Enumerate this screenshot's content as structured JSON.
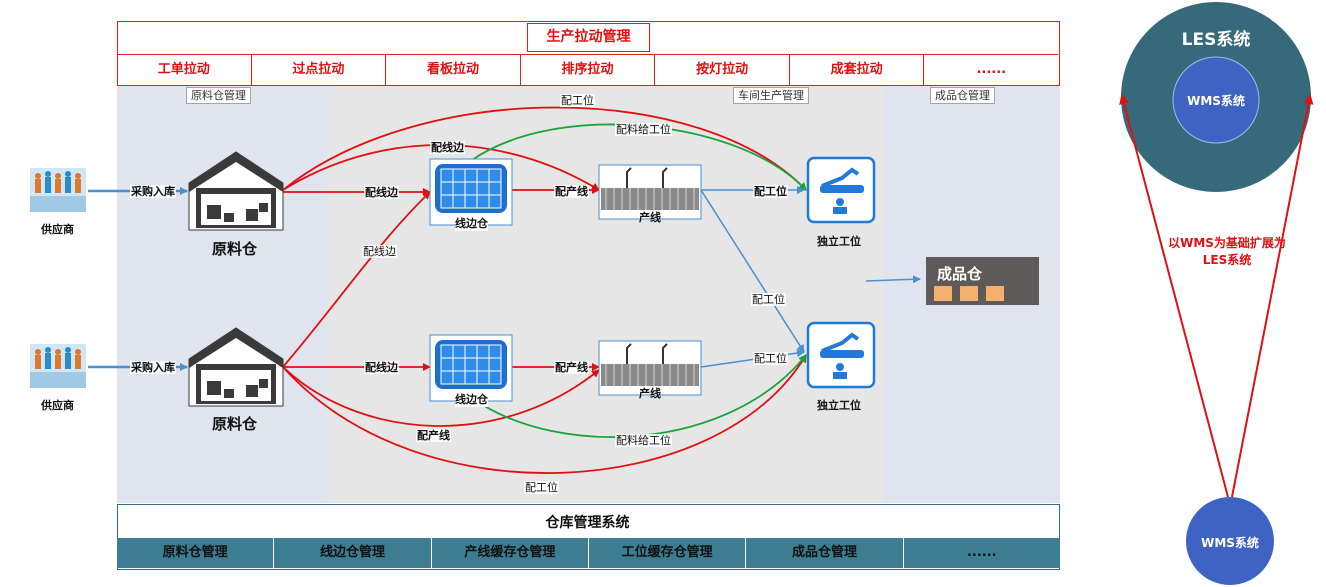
{
  "pull_management": {
    "title": "生产拉动管理",
    "items": [
      "工单拉动",
      "过点拉动",
      "看板拉动",
      "排序拉动",
      "按灯拉动",
      "成套拉动",
      "......"
    ]
  },
  "zones": {
    "raw": "原料仓管理",
    "workshop": "车间生产管理",
    "finished": "成品仓管理"
  },
  "nodes": {
    "supplier_top": "供应商",
    "supplier_bottom": "供应商",
    "raw_top": "原料仓",
    "raw_bottom": "原料仓",
    "line_wh_top": "线边仓",
    "line_wh_bottom": "线边仓",
    "prod_top": "产线",
    "prod_bottom": "产线",
    "station_top": "独立工位",
    "station_bottom": "独立工位",
    "finished_wh": "成品仓"
  },
  "flows": {
    "purchase_top": "采购入库",
    "purchase_bottom": "采购入库",
    "to_station_top_arc": "配工位",
    "to_station_feed_top": "配料给工位",
    "to_line_edge_arc_top": "配线边",
    "to_line_edge_top": "配线边",
    "to_prod_top": "配产线",
    "prod_to_station_top": "配工位",
    "cross_to_line_edge": "配线边",
    "prod_to_station_cross": "配工位",
    "to_line_edge_bottom": "配线边",
    "to_prod_bottom": "配产线",
    "prod_to_station_bottom": "配工位",
    "to_prod_arc_bottom": "配产线",
    "to_station_feed_bottom": "配料给工位",
    "to_station_bottom_arc": "配工位"
  },
  "warehouse_management": {
    "title": "仓库管理系统",
    "items": [
      "原料仓管理",
      "线边仓管理",
      "产线缓存仓管理",
      "工位缓存仓管理",
      "成品仓管理",
      "......"
    ]
  },
  "les_panel": {
    "les_title": "LES系统",
    "wms_inner": "WMS系统",
    "note": "以WMS为基础扩展为LES系统",
    "wms_bottom": "WMS系统"
  },
  "colors": {
    "red_flow": "#e01010",
    "green_flow": "#1aa33a",
    "blue_flow": "#4a8fd0",
    "les_circle": "#36697a",
    "wms_circle": "#3f63c2",
    "wms_bar": "#3d7d91"
  }
}
